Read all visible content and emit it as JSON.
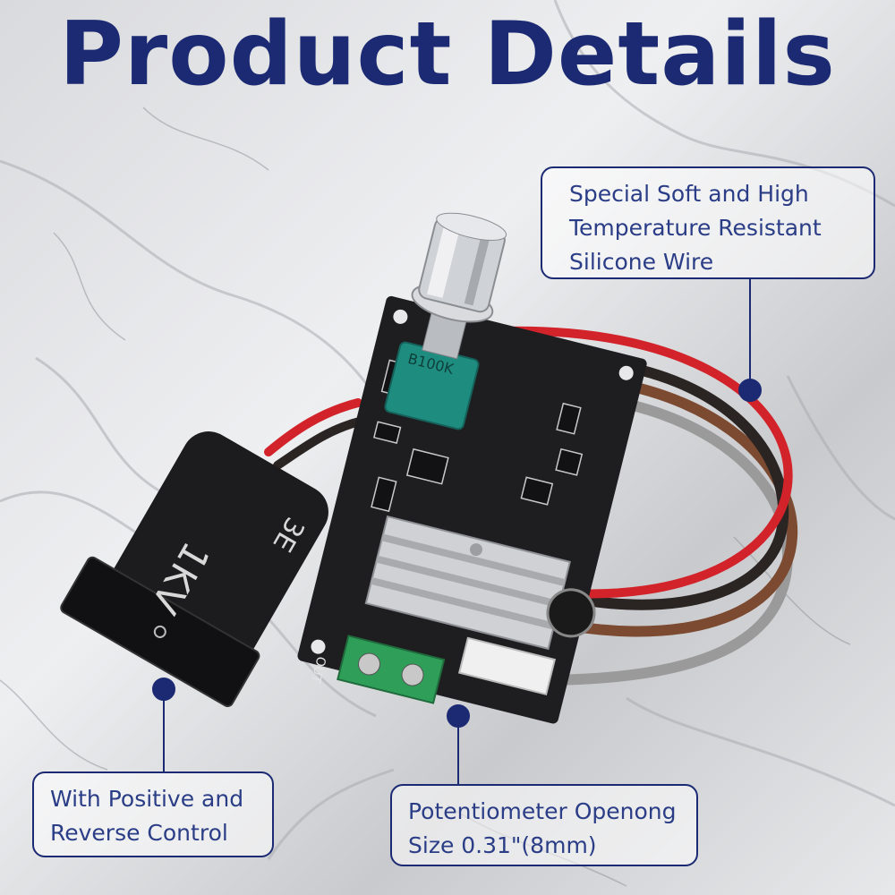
{
  "title": "Product Details",
  "callouts": {
    "wire": [
      "Special Soft and High",
      "Temperature Resistant",
      "Silicone Wire"
    ],
    "control": [
      "With Positive and",
      "Reverse Control"
    ],
    "pot": [
      "Potentiometer Openong",
      "Size 0.31\"(8mm)"
    ]
  },
  "board_labels": {
    "potentiometer": "B100K",
    "switch": "1KV",
    "switch_mark": "3E",
    "terminal": "OUT"
  },
  "colors": {
    "title": "#1b2a72",
    "callout_border": "#1b2a72",
    "dot": "#1b2a72",
    "wire_red": "#d3232a",
    "wire_black": "#2a2422",
    "wire_brown": "#7b4a30",
    "wire_gray": "#9a9a9a",
    "pcb": "#1e1e20",
    "pot_body": "#1f8c80",
    "terminal": "#2f9e58"
  }
}
